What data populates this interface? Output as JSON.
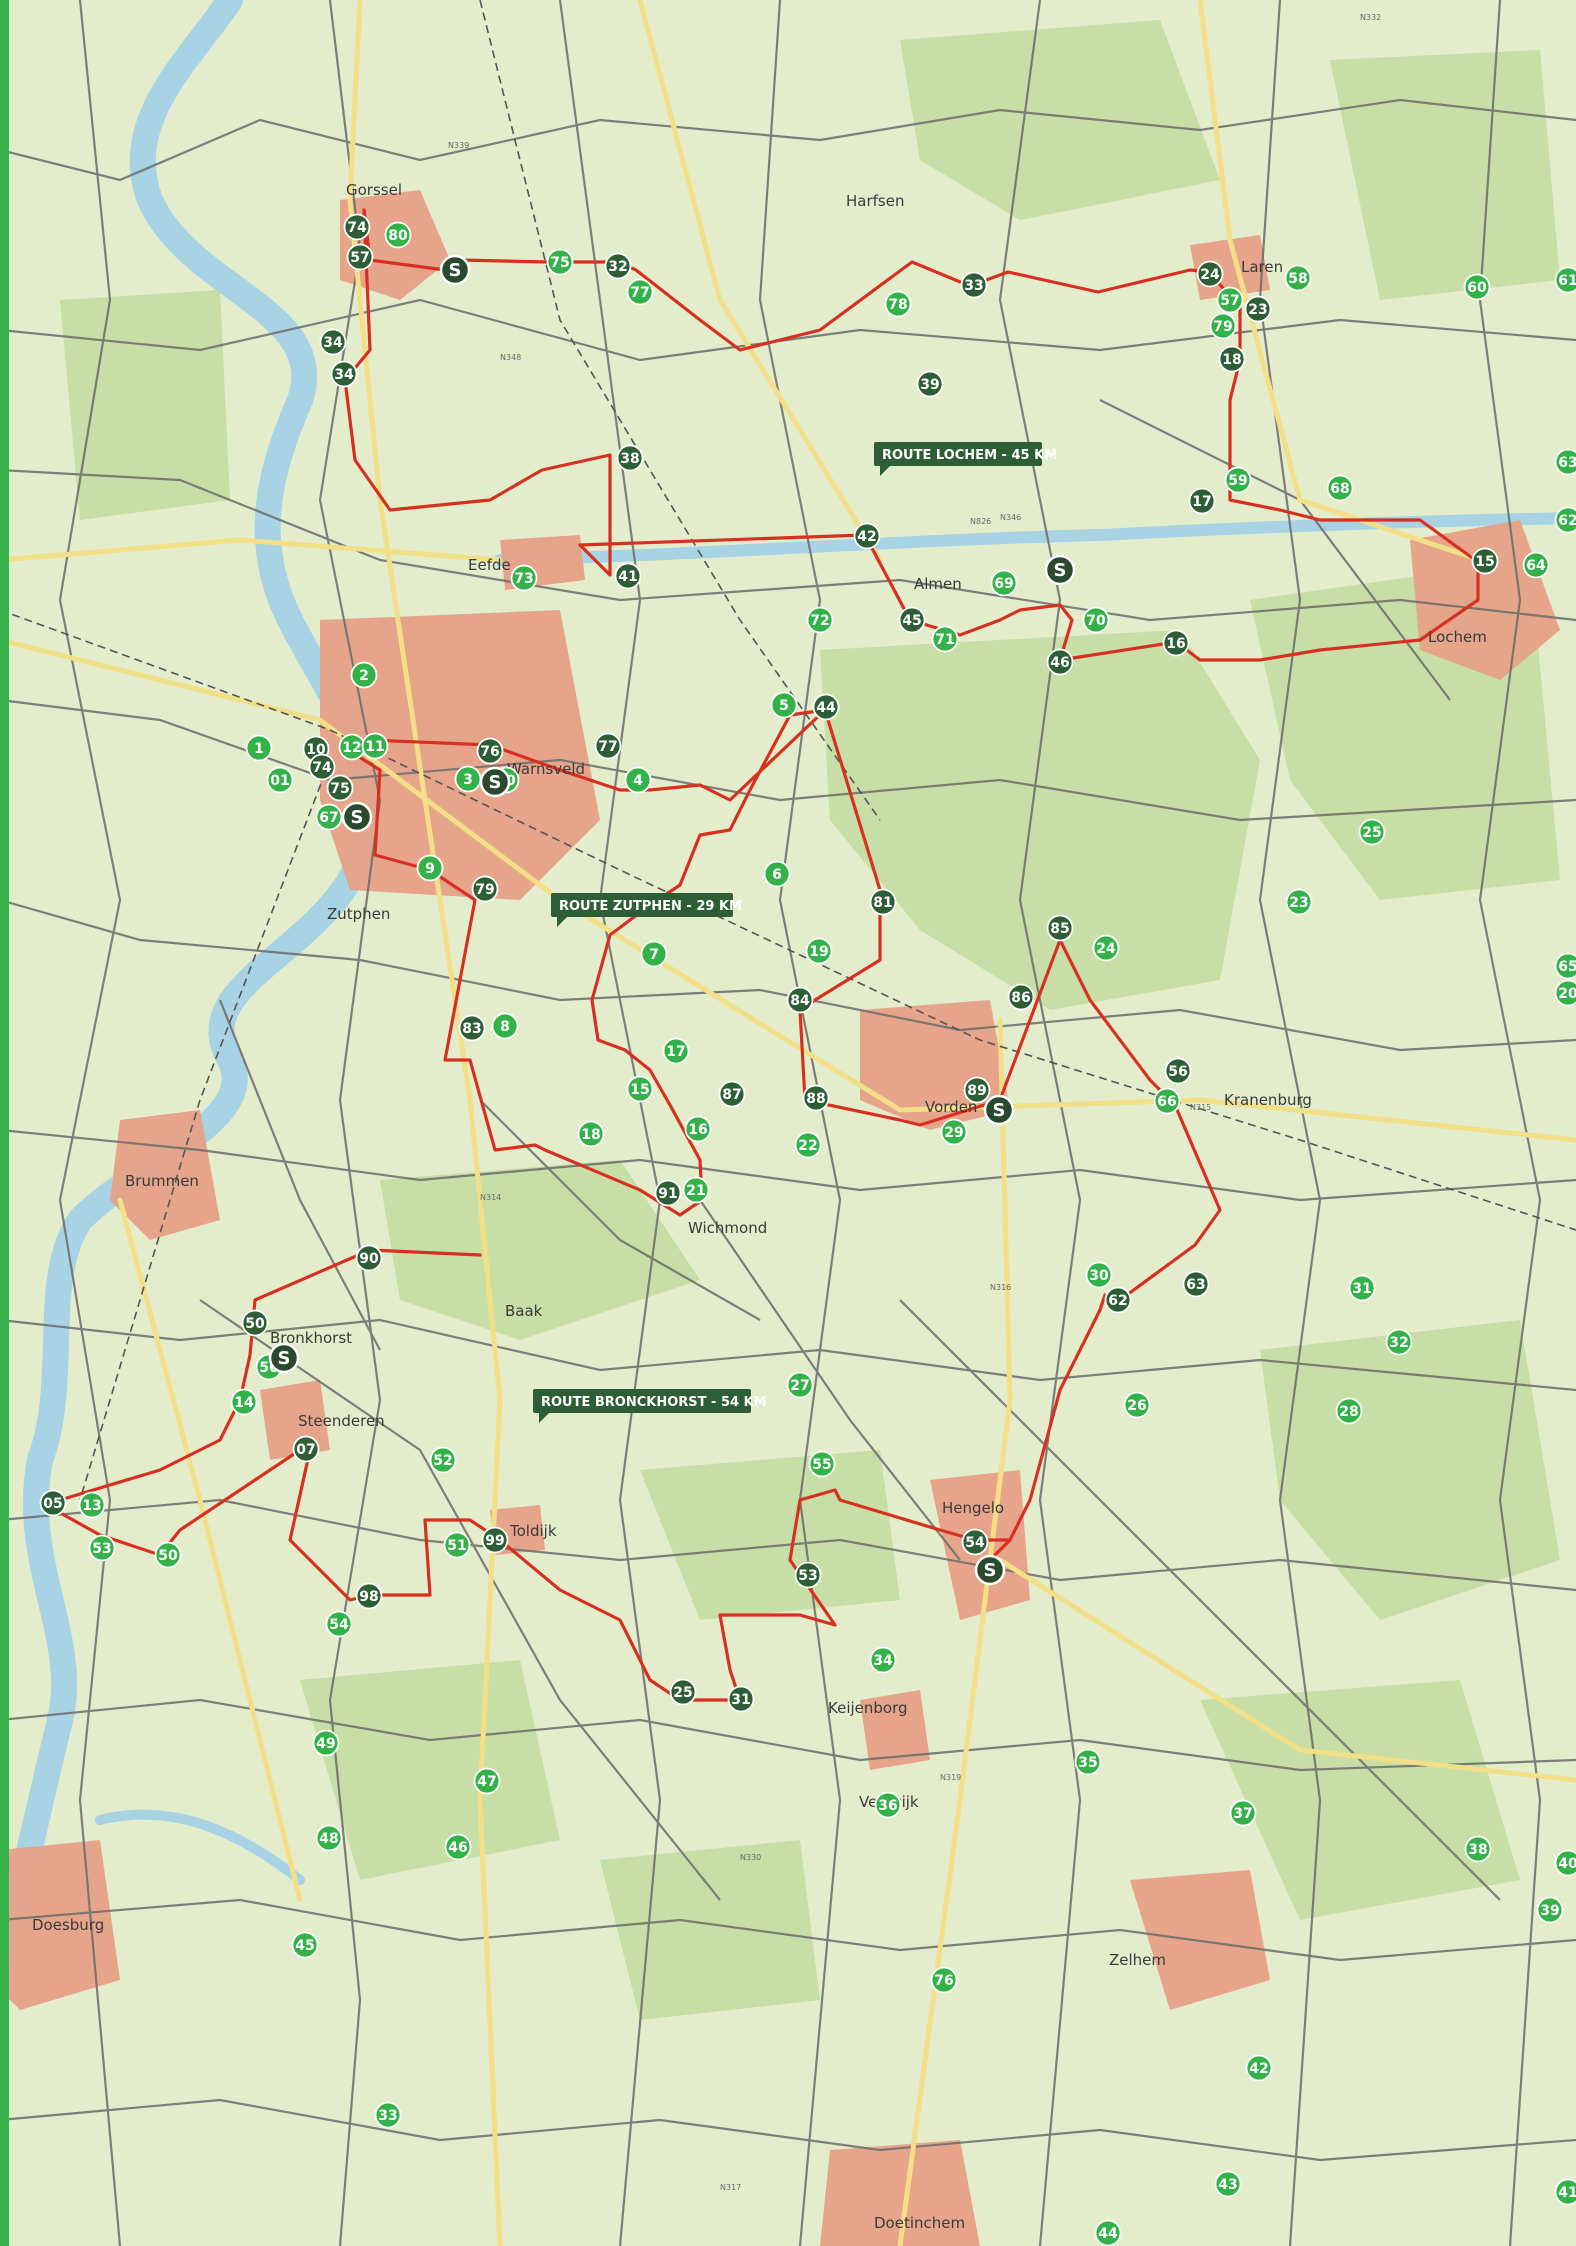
{
  "colors": {
    "background": "#e3edcc",
    "route": "#d83020",
    "route_node": "#2e5e35",
    "other_node": "#34b24a",
    "water": "#a8d3e5",
    "town": "#e7a086",
    "forest": "#c5dca3",
    "road_major": "#f2e08a",
    "road_minor": "#5a5a5a",
    "edge_bar": "#35b34a"
  },
  "towns": [
    {
      "id": "gorssel",
      "label": "Gorssel"
    },
    {
      "id": "harfsen",
      "label": "Harfsen"
    },
    {
      "id": "laren",
      "label": "Laren"
    },
    {
      "id": "eefde",
      "label": "Eefde"
    },
    {
      "id": "almen",
      "label": "Almen"
    },
    {
      "id": "lochem",
      "label": "Lochem"
    },
    {
      "id": "warnsveld",
      "label": "Warnsveld"
    },
    {
      "id": "zutphen",
      "label": "Zutphen"
    },
    {
      "id": "vorden",
      "label": "Vorden"
    },
    {
      "id": "kranenburg",
      "label": "Kranenburg"
    },
    {
      "id": "brummen",
      "label": "Brummen"
    },
    {
      "id": "wichmond",
      "label": "Wichmond"
    },
    {
      "id": "bronkhorst",
      "label": "Bronkhorst"
    },
    {
      "id": "baak",
      "label": "Baak"
    },
    {
      "id": "steenderen",
      "label": "Steenderen"
    },
    {
      "id": "toldijk",
      "label": "Toldijk"
    },
    {
      "id": "hengelo",
      "label": "Hengelo"
    },
    {
      "id": "keijenborg",
      "label": "Keijenborg"
    },
    {
      "id": "velswijk",
      "label": "Velswijk"
    },
    {
      "id": "zelhem",
      "label": "Zelhem"
    },
    {
      "id": "doesburg",
      "label": "Doesburg"
    },
    {
      "id": "doetinchem",
      "label": "Doetinchem"
    }
  ],
  "road_labels": [
    "N339",
    "N346",
    "N348",
    "N314",
    "N315",
    "N316",
    "N317",
    "N330",
    "N319",
    "N826",
    "N332"
  ],
  "route_labels": [
    {
      "id": "lochem",
      "text": "ROUTE LOCHEM - 45 KM"
    },
    {
      "id": "zutphen",
      "text": "ROUTE ZUTPHEN - 29 KM"
    },
    {
      "id": "bronckhorst",
      "text": "ROUTE BRONCKHORST - 54 KM"
    }
  ],
  "start_marker_label": "S",
  "route_nodes": [
    "74",
    "57",
    "34",
    "34",
    "38",
    "41",
    "32",
    "39",
    "33",
    "24",
    "23",
    "18",
    "17",
    "15",
    "42",
    "45",
    "46",
    "16",
    "44",
    "76",
    "77",
    "10",
    "74",
    "75",
    "79",
    "83",
    "87",
    "88",
    "91",
    "81",
    "84",
    "86",
    "85",
    "56",
    "89",
    "90",
    "50",
    "07",
    "05",
    "98",
    "99",
    "25",
    "31",
    "53",
    "54",
    "62",
    "63"
  ],
  "other_nodes": [
    "80",
    "75",
    "77",
    "78",
    "58",
    "57",
    "79",
    "60",
    "61",
    "59",
    "68",
    "63",
    "62",
    "64",
    "73",
    "69",
    "70",
    "71",
    "72",
    "2",
    "1",
    "01",
    "12",
    "11",
    "3",
    "4",
    "5",
    "6",
    "7",
    "8",
    "9",
    "10",
    "67",
    "25",
    "23",
    "24",
    "66",
    "65",
    "20",
    "19",
    "17",
    "15",
    "18",
    "16",
    "21",
    "22",
    "29",
    "30",
    "31",
    "32",
    "28",
    "26",
    "27",
    "55",
    "13",
    "56",
    "14",
    "52",
    "51",
    "54",
    "53",
    "50",
    "49",
    "48",
    "47",
    "46",
    "45",
    "33",
    "34",
    "35",
    "36",
    "37",
    "38",
    "39",
    "40",
    "41",
    "42",
    "43",
    "44",
    "76"
  ]
}
